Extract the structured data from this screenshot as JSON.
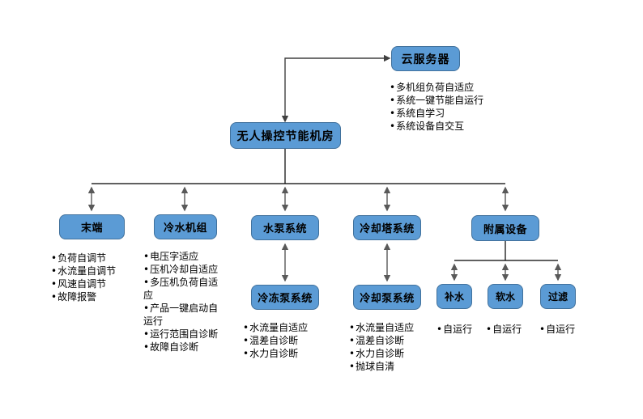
{
  "diagram": {
    "root": {
      "label": "无人操控节能机房"
    },
    "cloud": {
      "label": "云服务器",
      "features": [
        "多机组负荷自适应",
        "系统一键节能自运行",
        "系统自学习",
        "系统设备自交互"
      ]
    },
    "branches": [
      {
        "label": "末端",
        "features": [
          "负荷自调节",
          "水流量自调节",
          "风速自调节",
          "故障报警"
        ]
      },
      {
        "label": "冷水机组",
        "features": [
          "电压字适应",
          "压机冷却自适应",
          "多压机负荷自适应",
          "产品一键启动自运行",
          "运行范围自诊断",
          "故障自诊断"
        ]
      },
      {
        "label": "水泵系统",
        "child": {
          "label": "冷冻泵系统",
          "features": [
            "水流量自适应",
            "温差自诊断",
            "水力自诊断"
          ]
        }
      },
      {
        "label": "冷却塔系统",
        "child": {
          "label": "冷却泵系统",
          "features": [
            "水流量自适应",
            "温差自诊断",
            "水力自诊断",
            "抛球自清"
          ]
        }
      },
      {
        "label": "附属设备",
        "children": [
          {
            "label": "补水",
            "features": [
              "自运行"
            ]
          },
          {
            "label": "软水",
            "features": [
              "自运行"
            ]
          },
          {
            "label": "过滤",
            "features": [
              "自运行"
            ]
          }
        ]
      }
    ],
    "colors": {
      "box_fill": "#5B9BD5",
      "box_border": "#41719C",
      "arrow": "#595959",
      "line": "#000000"
    }
  }
}
